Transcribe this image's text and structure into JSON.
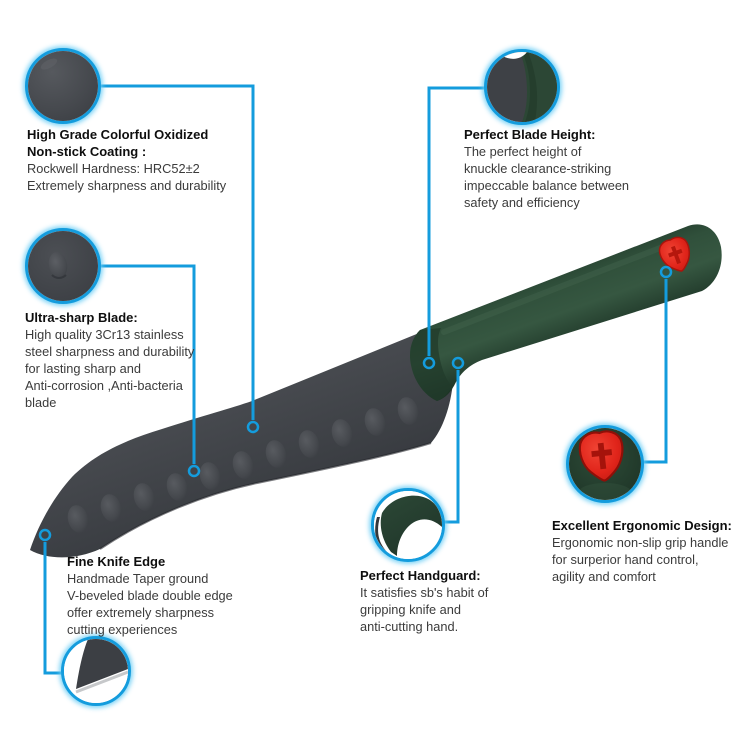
{
  "page": {
    "background": "#ffffff",
    "description": "Product infographic of a santoku kitchen knife with six zoom-circle callouts"
  },
  "colors": {
    "accent_blue": "#149cdd",
    "accent_glow": "#7fd0f2",
    "blade_gray": "#3d4045",
    "handle_green": "#2e4b38",
    "logo_red": "#e3261c",
    "heading_text": "#0e0e0e",
    "body_text": "#3b3b3b"
  },
  "product_illustration": {
    "parts": [
      "knife-blade",
      "granton-dimples",
      "knife-handle",
      "handguard-bolster",
      "brand-shield-logo"
    ]
  },
  "callouts": [
    {
      "id": "coating",
      "circle_view": "blade-coating-closeup",
      "title_lines": [
        "High Grade Colorful Oxidized",
        "Non-stick Coating :"
      ],
      "body_lines": [
        "Rockwell Hardness: HRC52±2",
        "Extremely sharpness and durability"
      ]
    },
    {
      "id": "blade-height",
      "circle_view": "blade-heel-and-handle-closeup",
      "title_lines": [
        "Perfect Blade Height:"
      ],
      "body_lines": [
        "The perfect height of",
        "knuckle clearance-striking",
        "impeccable balance between",
        "safety and efficiency"
      ]
    },
    {
      "id": "ultra-sharp-blade",
      "circle_view": "blade-dimple-closeup",
      "title_lines": [
        "Ultra-sharp Blade:"
      ],
      "body_lines": [
        "High quality 3Cr13 stainless",
        "steel sharpness and durability",
        "for lasting sharp and",
        "Anti-corrosion ,Anti-bacteria",
        "blade"
      ]
    },
    {
      "id": "fine-knife-edge",
      "circle_view": "knife-edge-bevel-closeup",
      "title_lines": [
        "Fine Knife Edge"
      ],
      "body_lines": [
        "Handmade Taper ground",
        "V-beveled blade double edge",
        "offer extremely sharpness",
        "cutting experiences"
      ]
    },
    {
      "id": "handguard",
      "circle_view": "handguard-closeup",
      "title_lines": [
        "Perfect Handguard:"
      ],
      "body_lines": [
        "It satisfies sb's habit of",
        "gripping knife and",
        "anti-cutting hand."
      ]
    },
    {
      "id": "ergonomic-design",
      "circle_view": "handle-shield-logo-closeup",
      "title_lines": [
        "Excellent Ergonomic Design:"
      ],
      "body_lines": [
        "Ergonomic non-slip grip handle",
        "for surperior hand control,",
        "agility and comfort"
      ]
    }
  ]
}
